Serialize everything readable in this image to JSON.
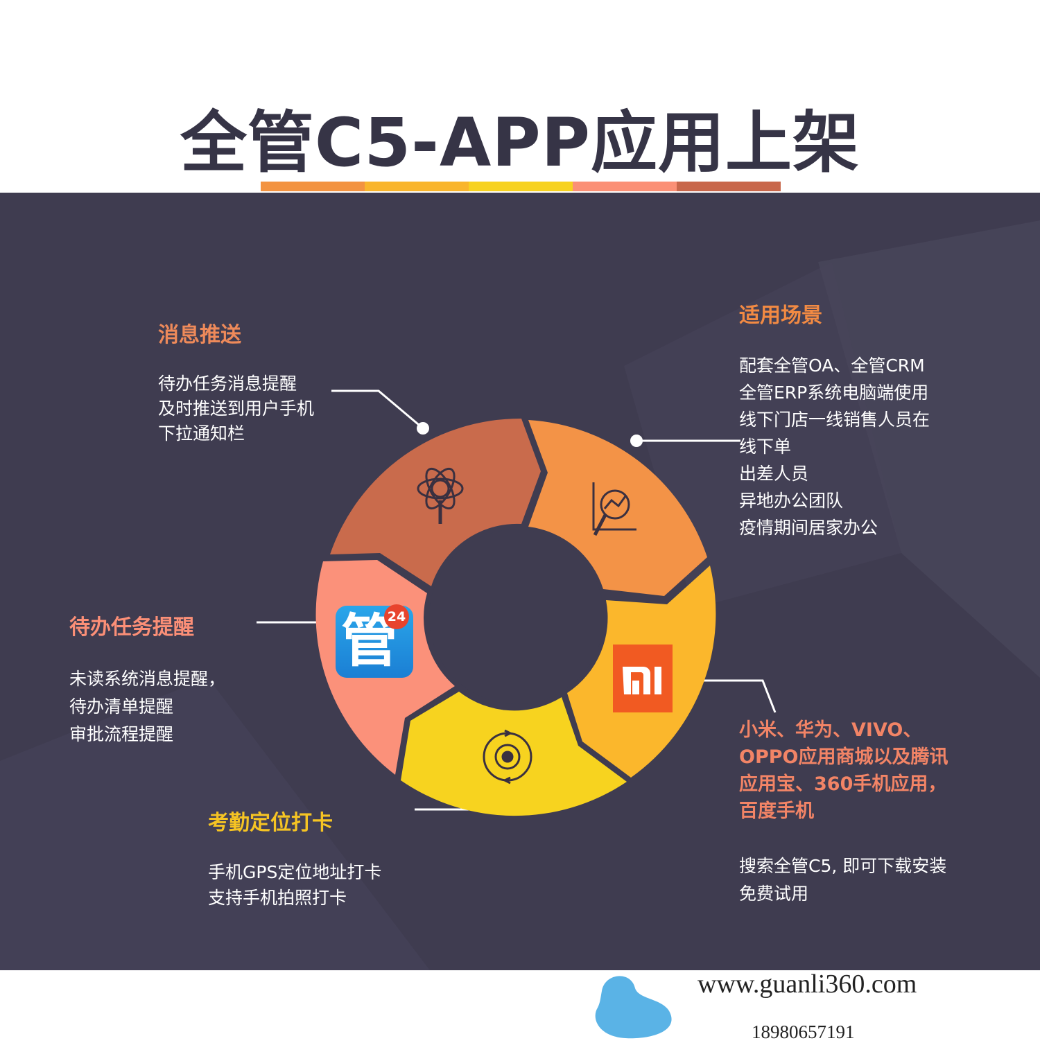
{
  "title": "全管C5-APP应用上架",
  "colors": {
    "stripe": [
      "#f39341",
      "#f9b52c",
      "#f7d220",
      "#fb9076",
      "#c8674b"
    ],
    "panel_bg": "#3f3c50",
    "segment_top_left": "#c96b4c",
    "segment_top_right": "#f39347",
    "segment_right": "#fbb72c",
    "segment_bottom": "#f7d31f",
    "segment_left": "#fb917a"
  },
  "sections": {
    "push": {
      "heading": "消息推送",
      "lines": [
        "待办任务消息提醒",
        "及时推送到用户手机",
        "下拉通知栏"
      ],
      "icon": "atom-magnifier-icon"
    },
    "scenario": {
      "heading": "适用场景",
      "lines": [
        "配套全管OA、全管CRM",
        "全管ERP系统电脑端使用",
        " 线下门店一线销售人员在",
        "线下单",
        " 出差人员",
        " 异地办公团队",
        " 疫情期间居家办公"
      ],
      "icon": "chart-magnifier-icon"
    },
    "todo": {
      "heading": "待办任务提醒",
      "lines": [
        "未读系统消息提醒，",
        "待办清单提醒",
        "审批流程提醒"
      ],
      "icon_glyph": "管",
      "icon_badge": "24"
    },
    "attendance": {
      "heading": "考勤定位打卡",
      "lines": [
        "手机GPS定位地址打卡",
        "支持手机拍照打卡"
      ],
      "icon": "gear-refresh-icon"
    },
    "stores": {
      "heading_lines": [
        "小米、华为、VIVO、",
        "OPPO应用商城以及腾讯",
        "应用宝、360手机应用，",
        "百度手机"
      ],
      "lines": [
        "搜索全管C5, 即可下载安装",
        "免费试用"
      ],
      "icon": "mi-logo-icon",
      "icon_text": "mi"
    }
  },
  "footer": {
    "url": "www.guanli360.com",
    "phone": "18980657191"
  }
}
